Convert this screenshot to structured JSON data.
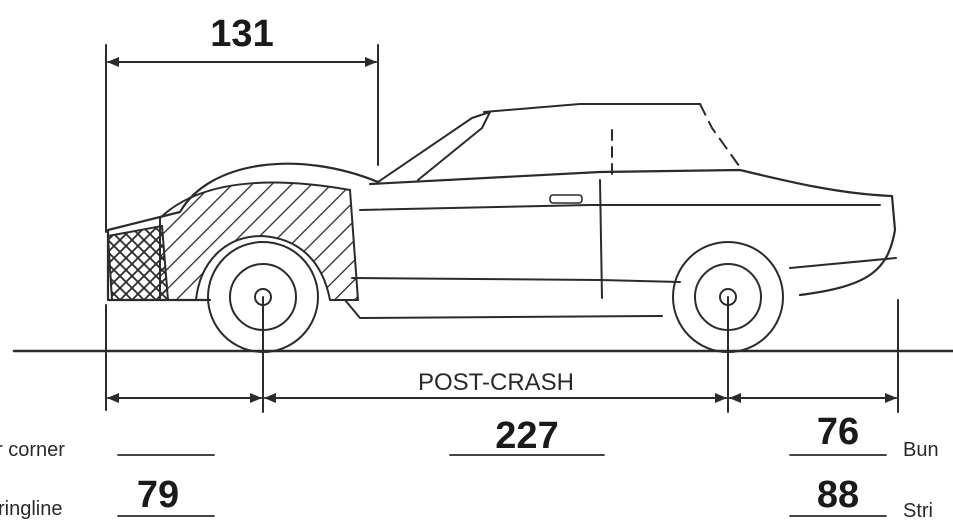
{
  "top_dimension": "131",
  "caption": "POST-CRASH",
  "wheelbase_value": "227",
  "rear_corner_value": "76",
  "rear_stringline_value": "88",
  "front_stringline_value": "79",
  "front_corner_label": "r corner",
  "front_stringline_label": "ringline",
  "rear_corner_label": "Bun",
  "rear_stringline_label": "Stri"
}
